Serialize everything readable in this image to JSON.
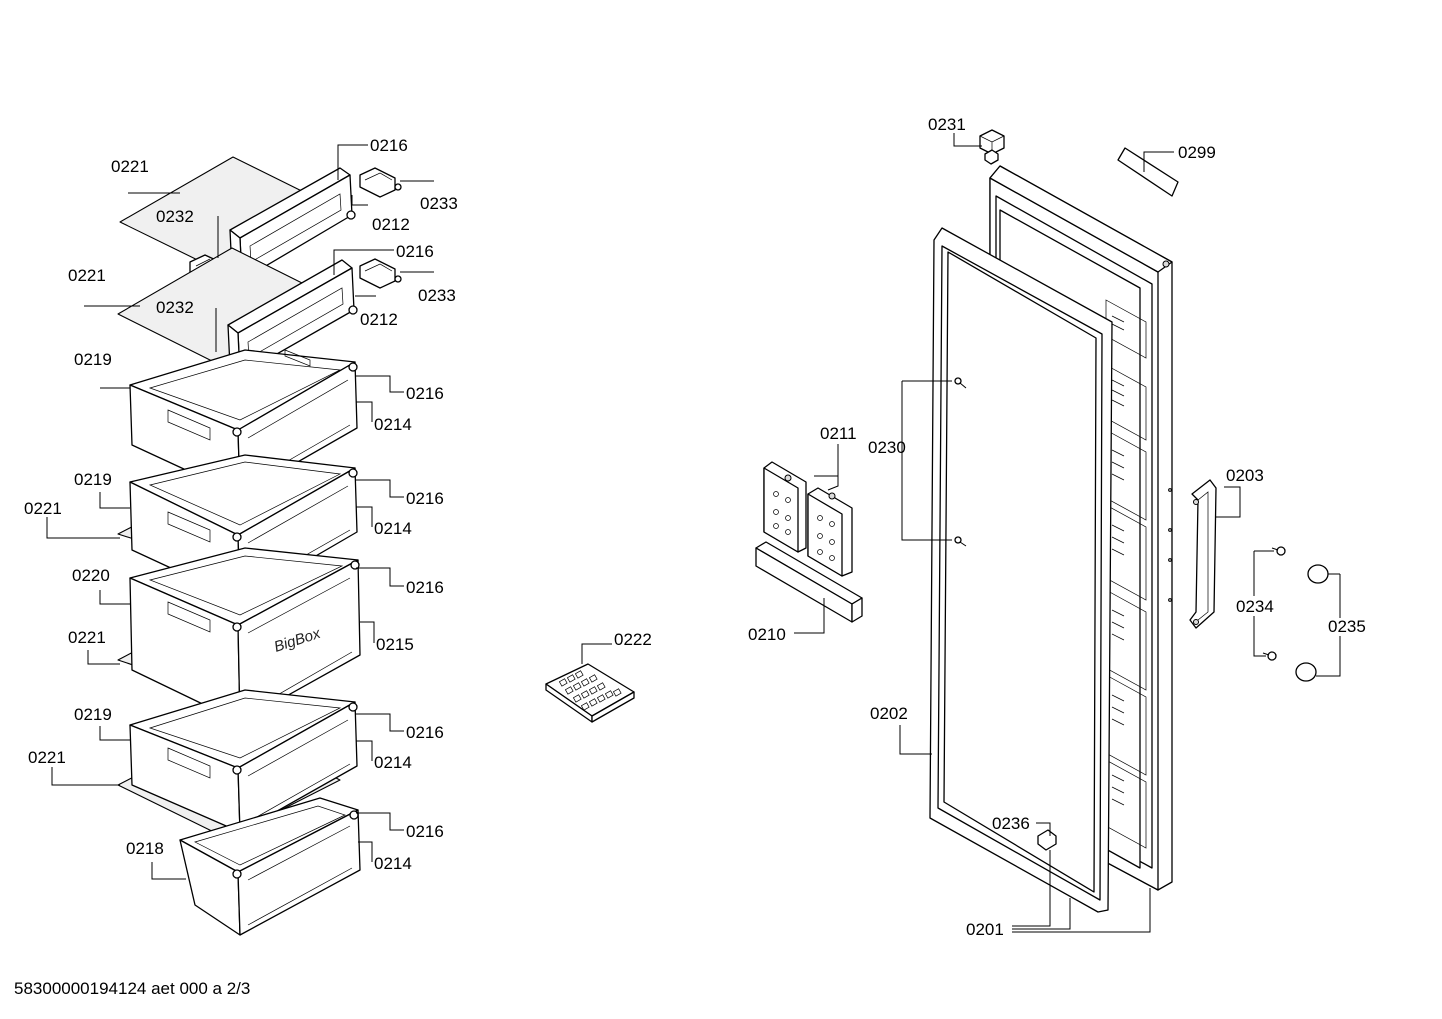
{
  "footer": {
    "doc_ref": "58300000194124 aet 000 a 2/3"
  },
  "callouts": [
    {
      "key": "c0216a",
      "text": "0216"
    },
    {
      "key": "c0221a",
      "text": "0221"
    },
    {
      "key": "c0233a",
      "text": "0233"
    },
    {
      "key": "c0232a",
      "text": "0232"
    },
    {
      "key": "c0212a",
      "text": "0212"
    },
    {
      "key": "c0216b",
      "text": "0216"
    },
    {
      "key": "c0221b",
      "text": "0221"
    },
    {
      "key": "c0233b",
      "text": "0233"
    },
    {
      "key": "c0232b",
      "text": "0232"
    },
    {
      "key": "c0212b",
      "text": "0212"
    },
    {
      "key": "c0219a",
      "text": "0219"
    },
    {
      "key": "c0216c",
      "text": "0216"
    },
    {
      "key": "c0214a",
      "text": "0214"
    },
    {
      "key": "c0219b",
      "text": "0219"
    },
    {
      "key": "c0216d",
      "text": "0216"
    },
    {
      "key": "c0221c",
      "text": "0221"
    },
    {
      "key": "c0214b",
      "text": "0214"
    },
    {
      "key": "c0220",
      "text": "0220"
    },
    {
      "key": "c0216e",
      "text": "0216"
    },
    {
      "key": "c0221d",
      "text": "0221"
    },
    {
      "key": "c0215",
      "text": "0215"
    },
    {
      "key": "c0219c",
      "text": "0219"
    },
    {
      "key": "c0216f",
      "text": "0216"
    },
    {
      "key": "c0221e",
      "text": "0221"
    },
    {
      "key": "c0214c",
      "text": "0214"
    },
    {
      "key": "c0218",
      "text": "0218"
    },
    {
      "key": "c0216g",
      "text": "0216"
    },
    {
      "key": "c0214d",
      "text": "0214"
    },
    {
      "key": "c0222",
      "text": "0222"
    },
    {
      "key": "c0231",
      "text": "0231"
    },
    {
      "key": "c0299",
      "text": "0299"
    },
    {
      "key": "c0211",
      "text": "0211"
    },
    {
      "key": "c0230",
      "text": "0230"
    },
    {
      "key": "c0203",
      "text": "0203"
    },
    {
      "key": "c0234",
      "text": "0234"
    },
    {
      "key": "c0235",
      "text": "0235"
    },
    {
      "key": "c0210",
      "text": "0210"
    },
    {
      "key": "c0202",
      "text": "0202"
    },
    {
      "key": "c0236",
      "text": "0236"
    },
    {
      "key": "c0201",
      "text": "0201"
    }
  ],
  "drawer_brand": "BigBox"
}
